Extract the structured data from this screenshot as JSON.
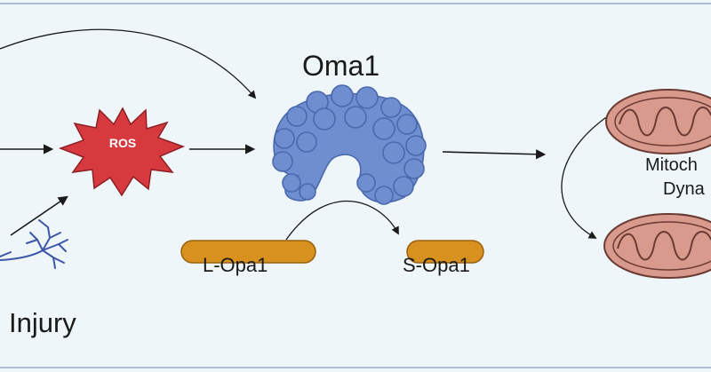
{
  "labels": {
    "ros": "ROS",
    "oma1": "Oma1",
    "l_opa1": "L-Opa1",
    "s_opa1": "S-Opa1",
    "injury": "Injury",
    "mito_line1": "Mitoch",
    "mito_line2": "Dyna"
  },
  "colors": {
    "background": "#eef6f9",
    "frame": "#a9bfd8",
    "ros_fill": "#d63a3f",
    "ros_stroke": "#8e1e24",
    "oma1_fill": "#6f8ed0",
    "oma1_stroke": "#4b68ad",
    "opa1_fill": "#d8901e",
    "opa1_stroke": "#9a6210",
    "mito_fill": "#d99a8e",
    "mito_stroke": "#6b3a32",
    "neuron": "#3d57a8",
    "arrow": "#1a1a1a"
  },
  "icons": [
    "ros-starburst-icon",
    "oma1-protein-icon",
    "neuron-icon",
    "mitochondrion-icon"
  ]
}
